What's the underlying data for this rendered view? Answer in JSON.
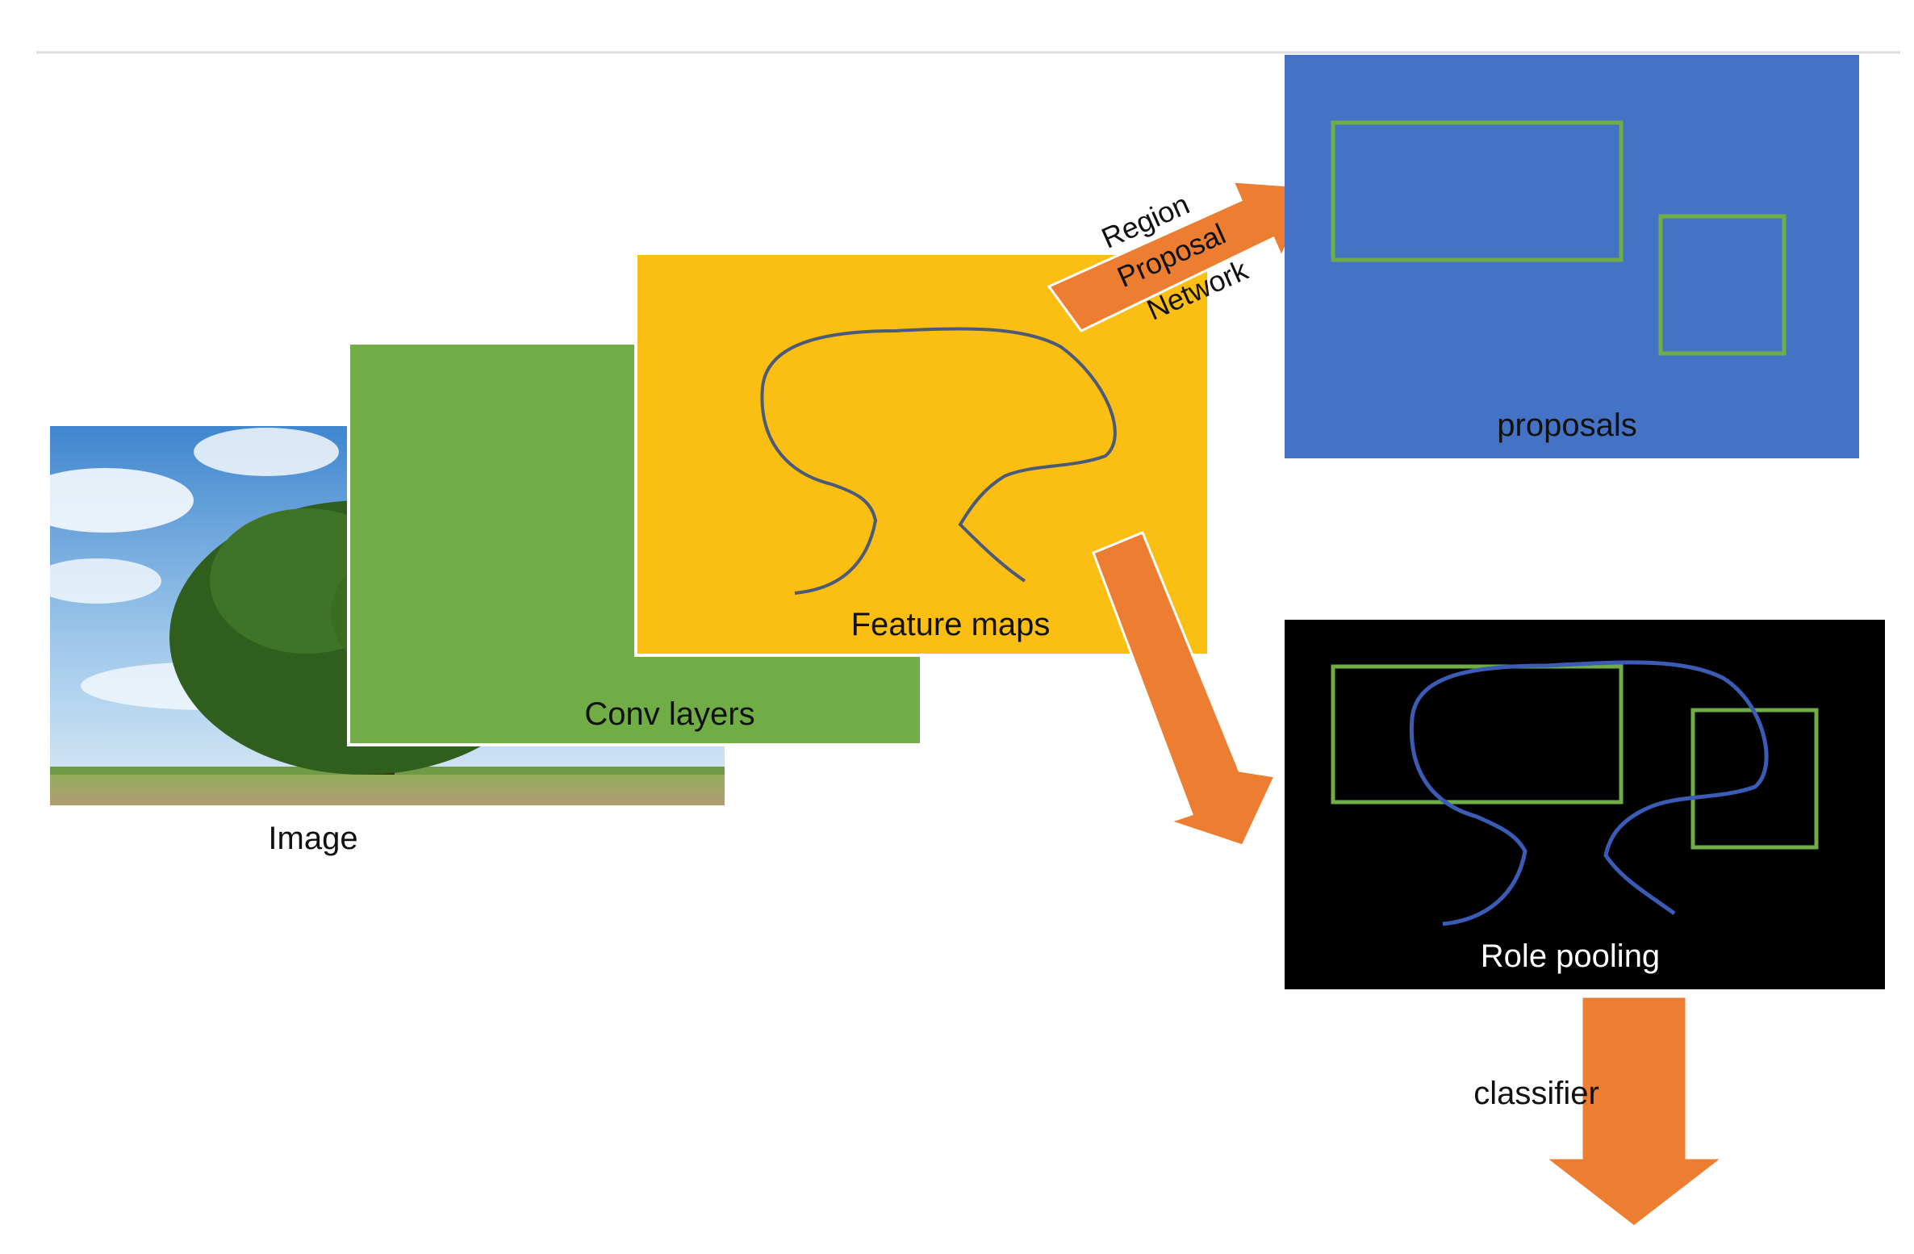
{
  "labels": {
    "image": "Image",
    "conv_layers": "Conv layers",
    "feature_maps": "Feature maps",
    "rpn_line1": "Region",
    "rpn_line2": "Proposal",
    "rpn_line3": "Network",
    "proposals": "proposals",
    "role_pooling": "Role pooling",
    "classifier": "classifier"
  },
  "colors": {
    "conv_layers": "#70ad47",
    "feature_maps": "#fbbf13",
    "proposals": "#4472c4",
    "role_pooling": "#000000",
    "arrow": "#ed7d31",
    "proposal_box": "#70ad47",
    "feature_outline": "#4a5a78",
    "pooling_outline": "#3b5bb5"
  }
}
